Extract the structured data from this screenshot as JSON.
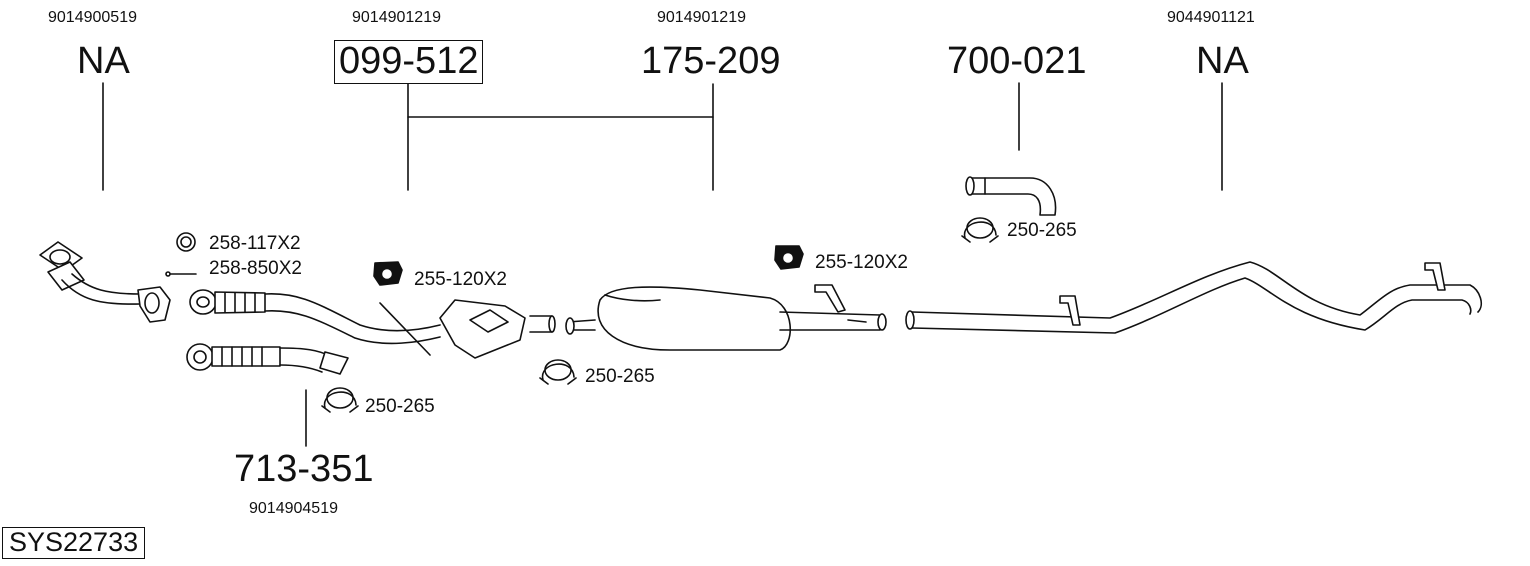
{
  "oe_numbers": {
    "n1": "9014900519",
    "n2": "9014901219",
    "n3": "9014901219",
    "n4": "9044901121",
    "n5": "9014904519"
  },
  "parts": {
    "p1": "NA",
    "p2": "099-512",
    "p3": "175-209",
    "p4": "700-021",
    "p5": "NA",
    "p6": "713-351"
  },
  "accessories": {
    "a1": "258-117X2",
    "a2": "258-850X2",
    "a3": "255-120X2",
    "a4": "255-120X2",
    "a5": "250-265",
    "a6": "250-265",
    "a7": "250-265"
  },
  "system_code": "SYS22733"
}
